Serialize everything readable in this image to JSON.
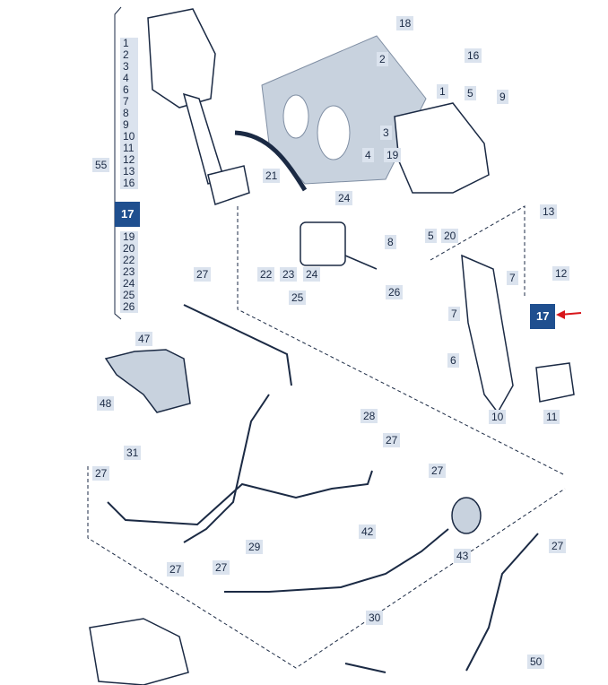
{
  "diagram": {
    "callouts": {
      "c1": "1",
      "c2": "2",
      "c3": "3",
      "c4": "4",
      "c5a": "5",
      "c5b": "5",
      "c6": "6",
      "c7a": "7",
      "c7b": "7",
      "c8": "8",
      "c9": "9",
      "c10": "10",
      "c11": "11",
      "c12": "12",
      "c13": "13",
      "c16": "16",
      "c17": "17",
      "c17b": "17",
      "c18": "18",
      "c19": "19",
      "c20": "20",
      "c21": "21",
      "c22": "22",
      "c23": "23",
      "c24a": "24",
      "c24b": "24",
      "c25": "25",
      "c26": "26",
      "c27a": "27",
      "c27b": "27",
      "c27c": "27",
      "c27d": "27",
      "c27e": "27",
      "c27f": "27",
      "c27g": "27",
      "c28": "28",
      "c29": "29",
      "c30": "30",
      "c31": "31",
      "c42": "42",
      "c43": "43",
      "c47": "47",
      "c48": "48",
      "c50": "50",
      "c55": "55"
    },
    "side_list": [
      "1",
      "2",
      "3",
      "4",
      "6",
      "7",
      "8",
      "9",
      "10",
      "11",
      "12",
      "13",
      "16",
      "19",
      "20",
      "22",
      "23",
      "24",
      "25",
      "26"
    ]
  },
  "colors": {
    "line": "#1b2a44",
    "label_bg": "#dbe3ee",
    "highlight_bg": "#1f4f8f",
    "arrow": "#d8161b",
    "sheet": "#c8d2de"
  }
}
